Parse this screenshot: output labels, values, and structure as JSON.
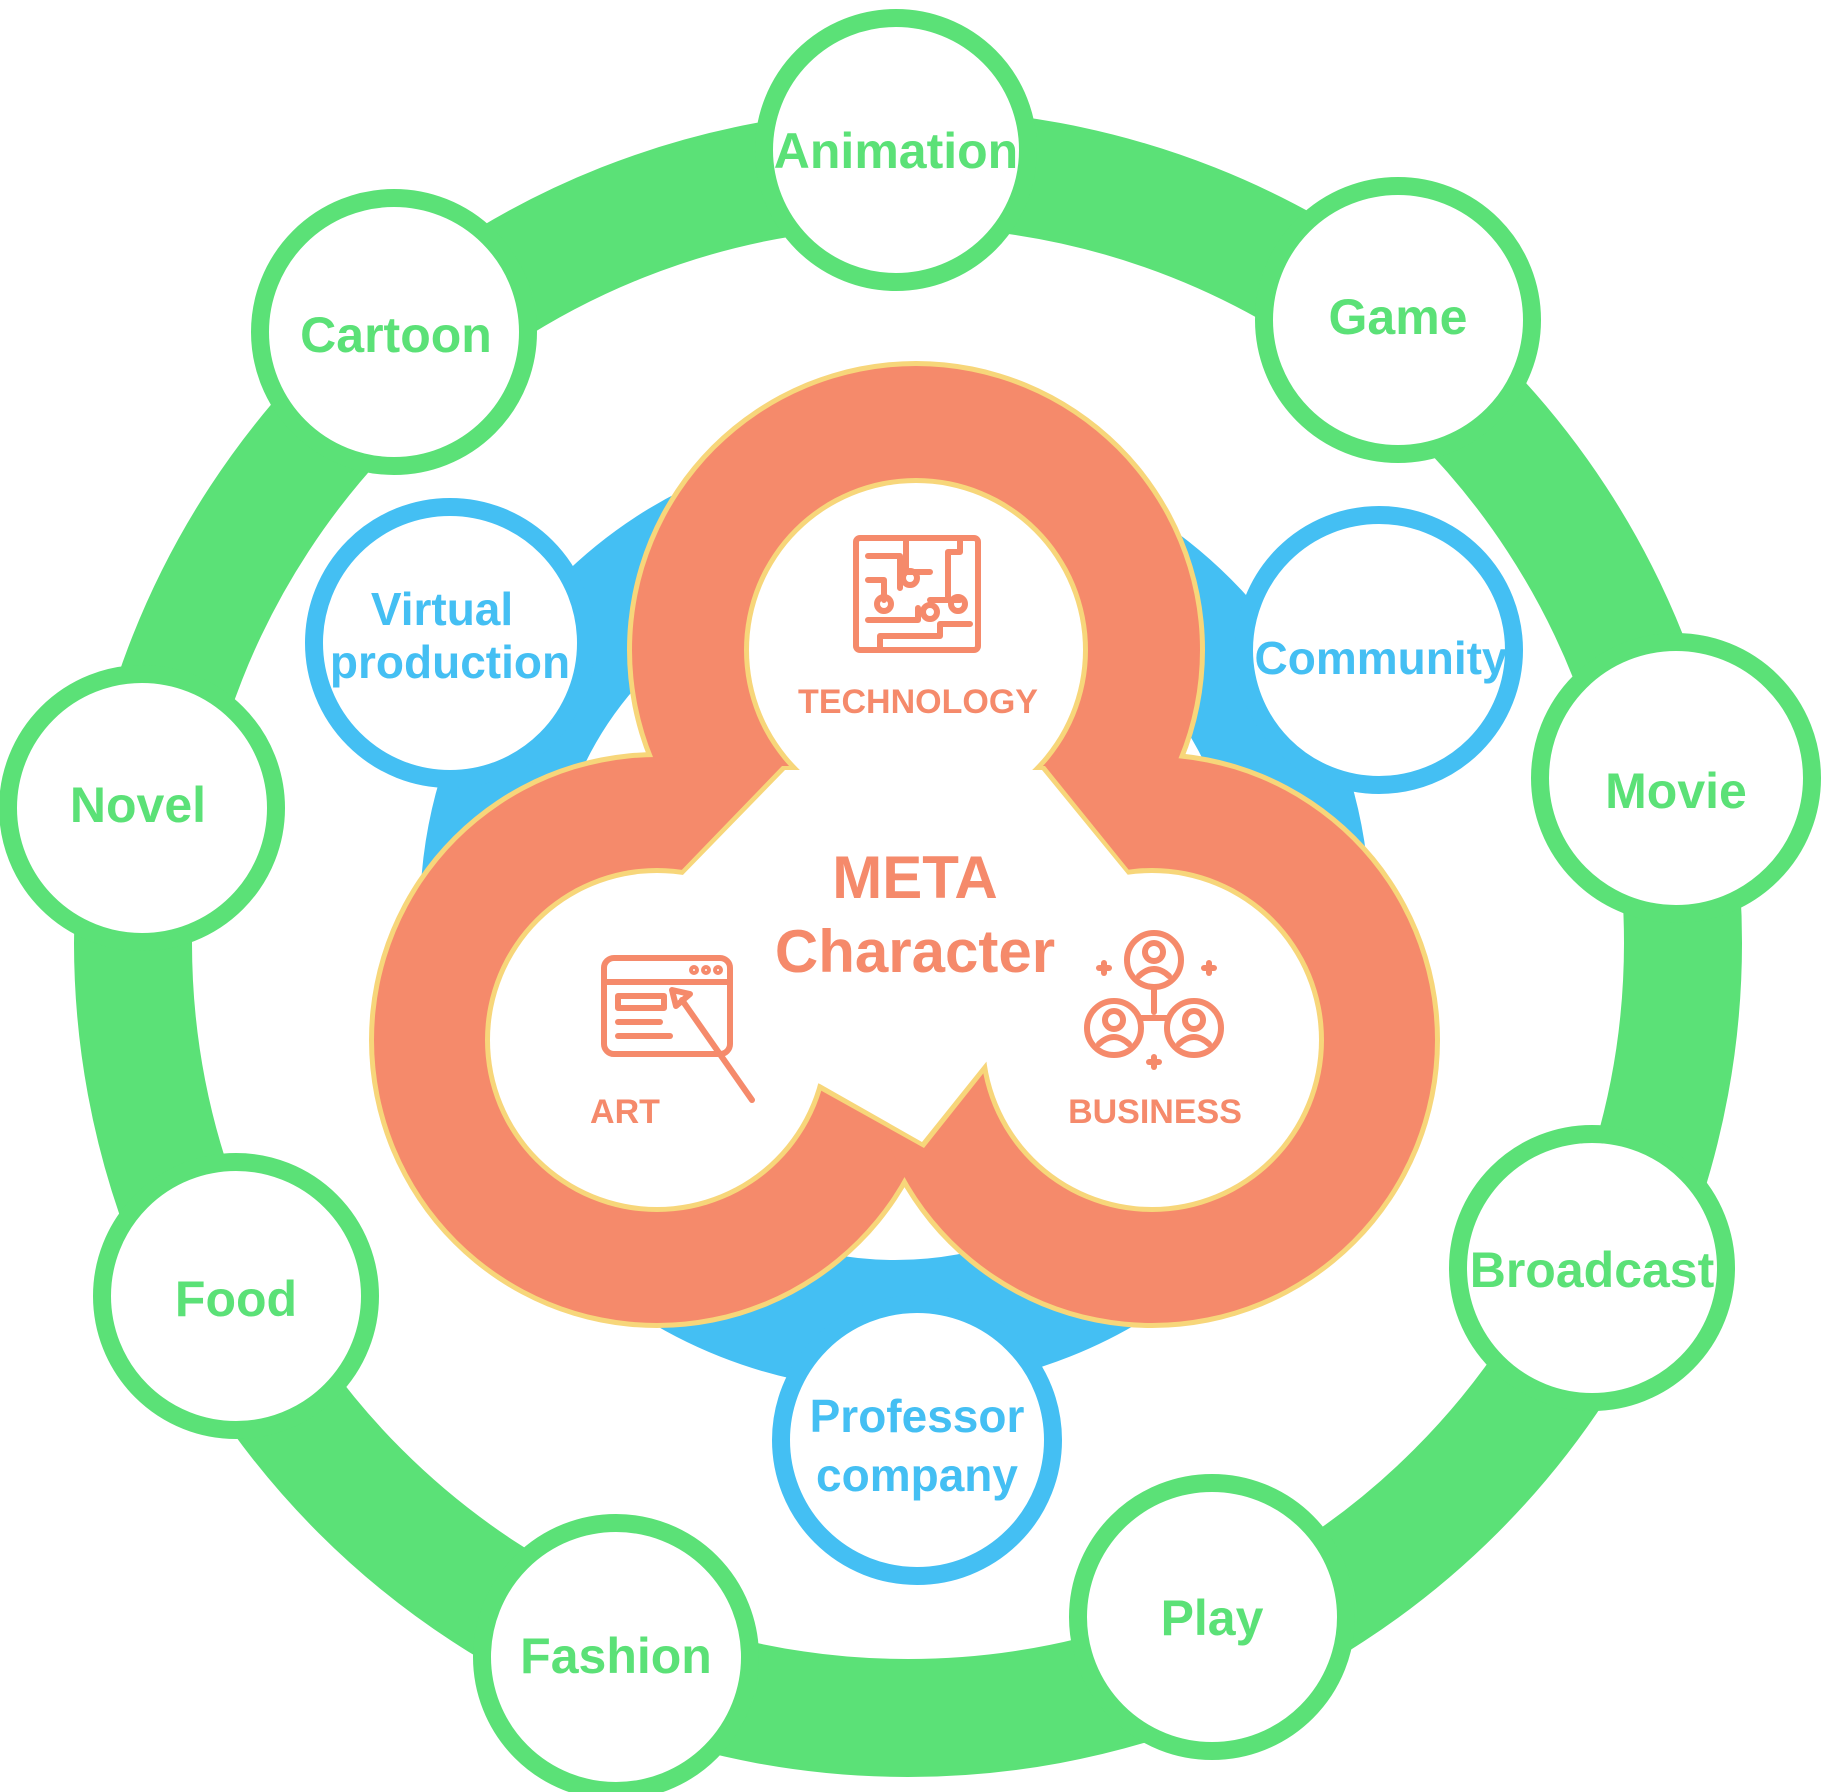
{
  "colors": {
    "outer_ring": "#5be177",
    "middle_ring": "#44bff3",
    "core": "#f58a6b",
    "core_outline": "#f7d67a",
    "background": "#ffffff"
  },
  "outer_ring": [
    {
      "label": "Animation"
    },
    {
      "label": "Game"
    },
    {
      "label": "Movie"
    },
    {
      "label": "Broadcast"
    },
    {
      "label": "Play"
    },
    {
      "label": "Fashion"
    },
    {
      "label": "Food"
    },
    {
      "label": "Novel"
    },
    {
      "label": "Cartoon"
    }
  ],
  "middle_ring": [
    {
      "label_line1": "Virtual",
      "label_line2": "production"
    },
    {
      "label_line1": "Community",
      "label_line2": ""
    },
    {
      "label_line1": "Professor",
      "label_line2": "company"
    }
  ],
  "core": {
    "title_line1": "META",
    "title_line2": "Character",
    "lobes": [
      {
        "label": "TECHNOLOGY",
        "icon": "circuit-board-icon"
      },
      {
        "label": "ART",
        "icon": "art-canvas-brush-icon"
      },
      {
        "label": "BUSINESS",
        "icon": "team-network-icon"
      }
    ]
  }
}
